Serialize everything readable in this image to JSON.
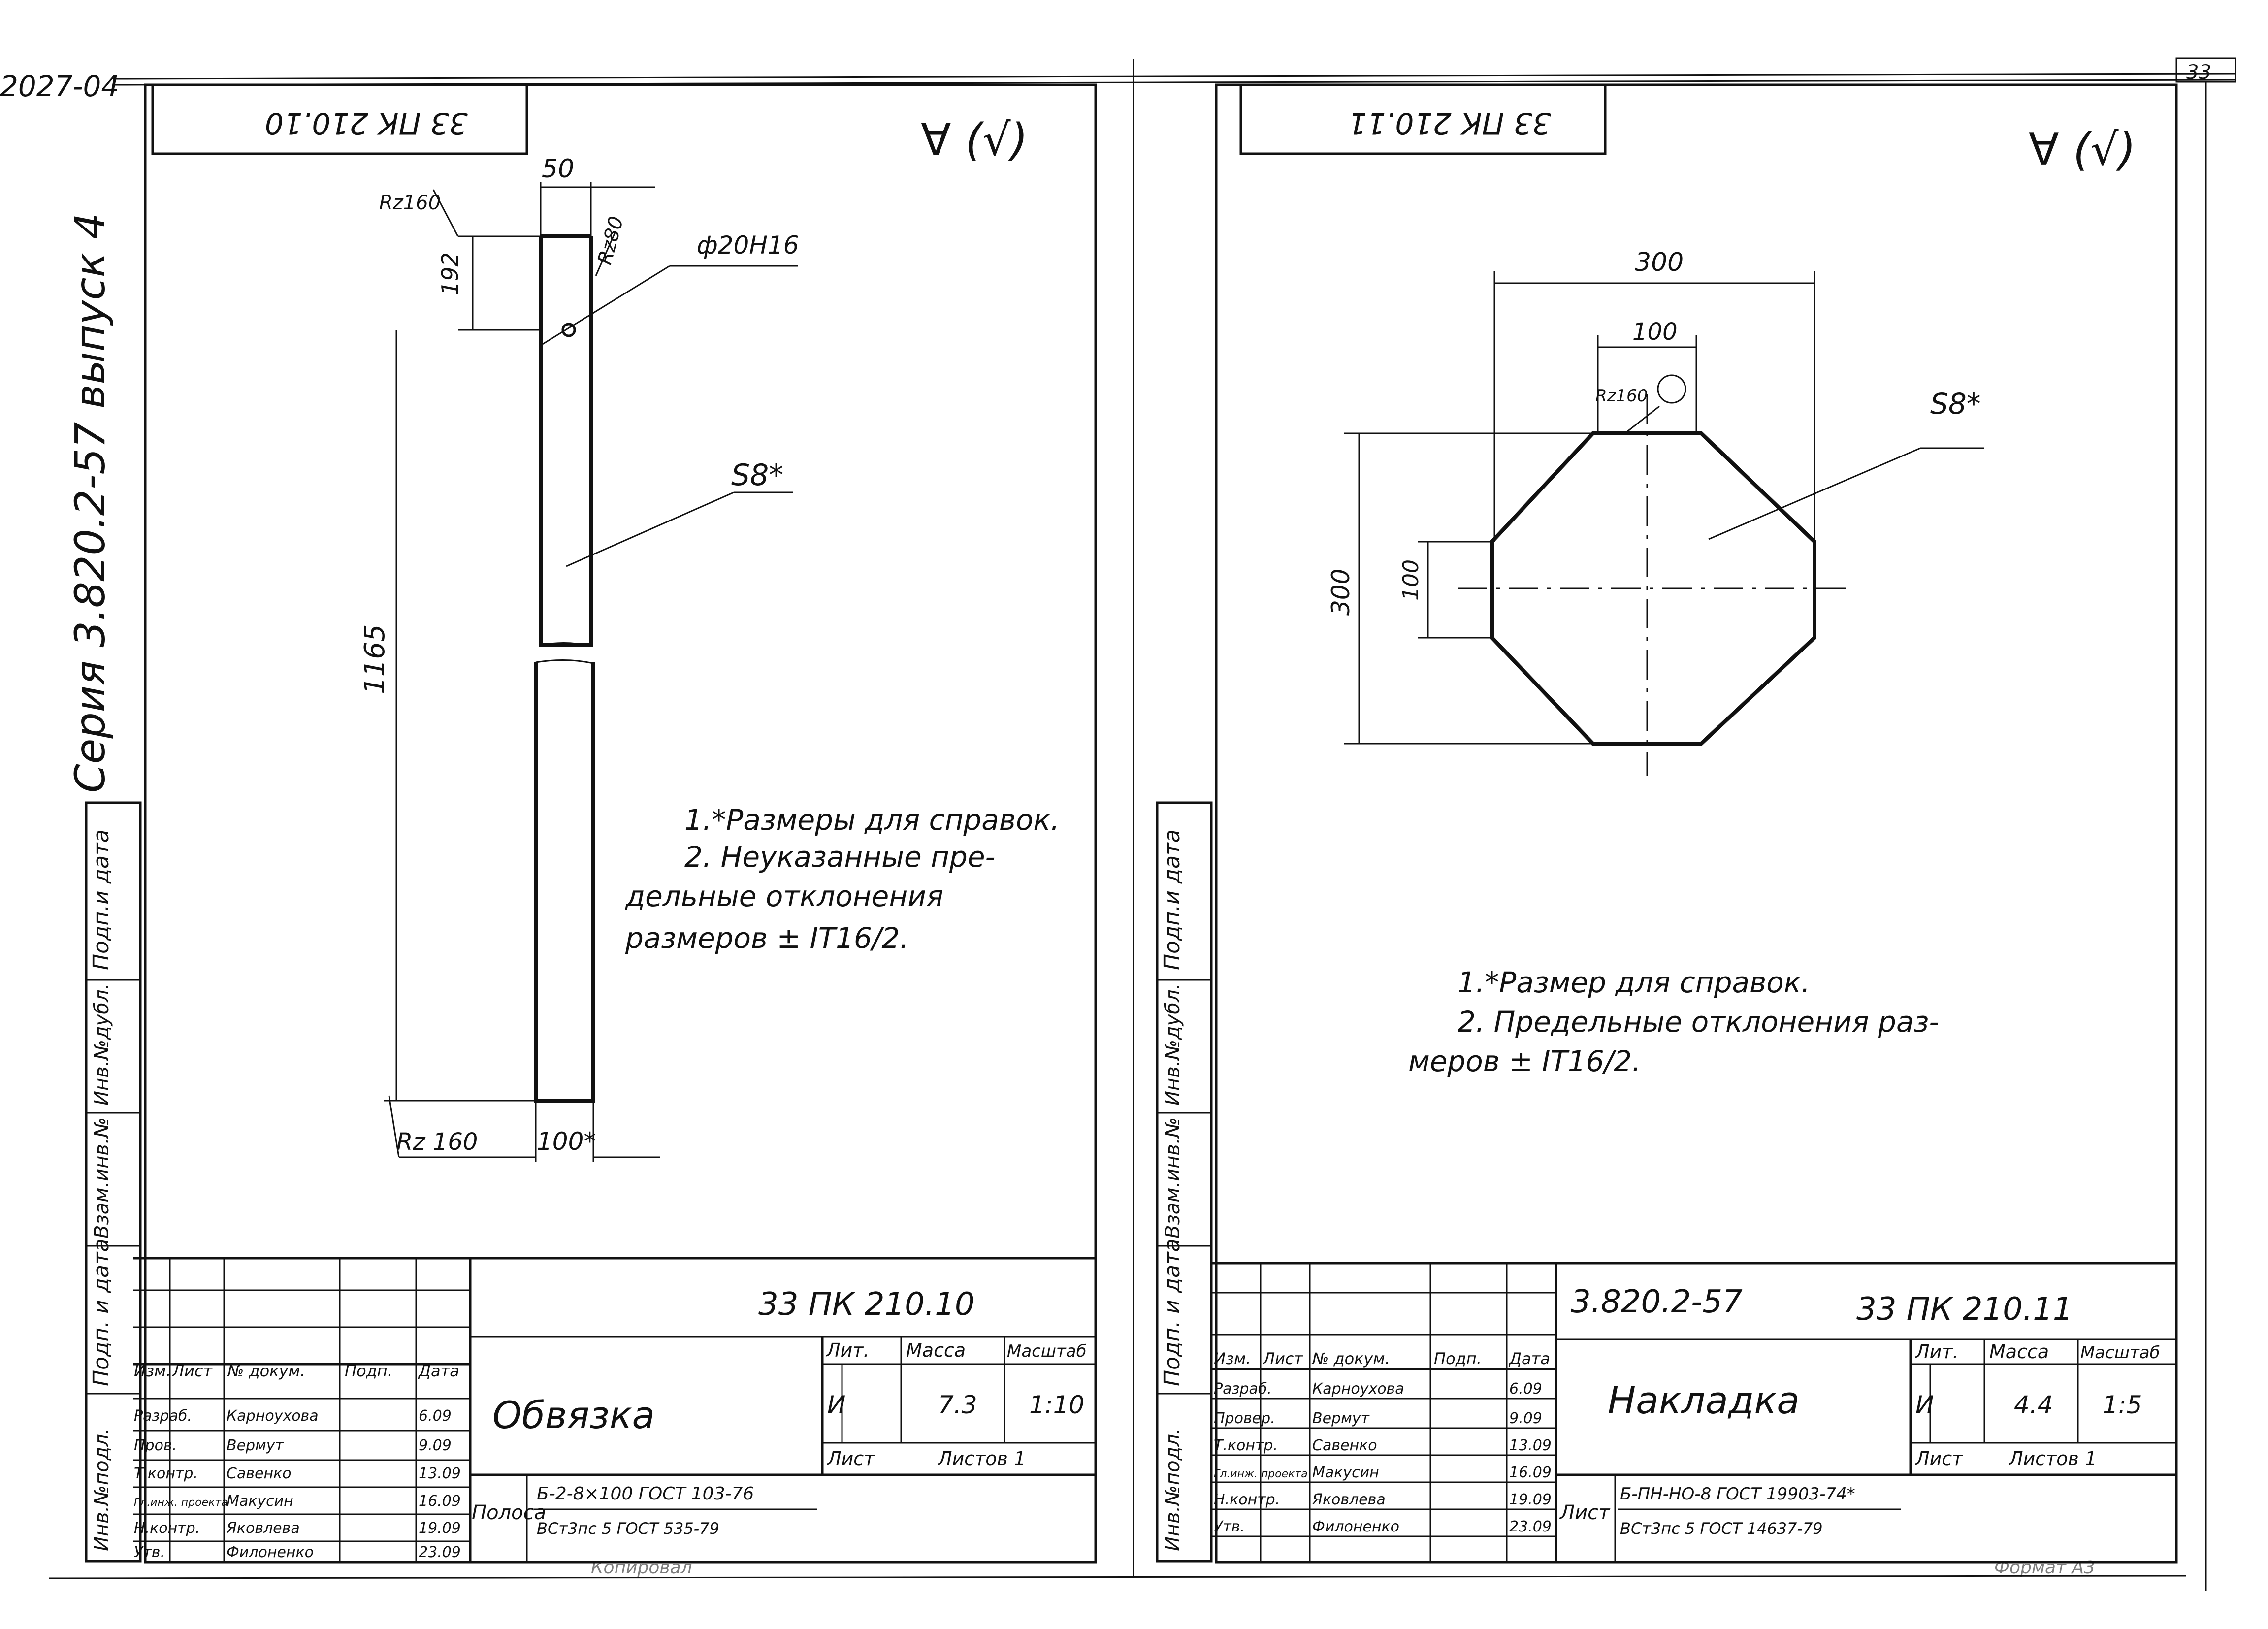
{
  "header": {
    "archive_number": "2027-04",
    "page_number": "33"
  },
  "series_label": "Серия 3.820.2-57 выпуск 4",
  "side_stamp": [
    "Подп.и дата",
    "Инв.№дубл.",
    "Взам.инв.№",
    "Подп. и дата",
    "Инв.№подл."
  ],
  "sheet_left": {
    "top_code": "33 ПК 210.10",
    "roughness": "∀ (√)",
    "dims": {
      "width_top": "50",
      "rz_top": "Rz160",
      "rz_mid": "Rz80",
      "hole": "ф20Н16",
      "hole_pos": "192",
      "length": "1165",
      "thickness": "S8*",
      "rz_bottom": "Rz 160",
      "width": "100*"
    },
    "notes": [
      "1.*Размеры для справок.",
      "2. Неуказанные пре-",
      "дельные отклонения",
      "размеров ± IT16/2."
    ],
    "title_block": {
      "code": "33 ПК 210.10",
      "name": "Обвязка",
      "cols": {
        "izm": "Изм.",
        "list": "Лист",
        "doc": "№ докум.",
        "sign": "Подп.",
        "date": "Дата"
      },
      "lit_label": "Лит.",
      "mass_label": "Масса",
      "scale_label": "Масштаб",
      "lit": "И",
      "mass": "7.3",
      "scale": "1:10",
      "sheet_label": "Лист",
      "sheets_label": "Листов 1",
      "people": [
        {
          "role": "Разраб.",
          "name": "Карноухова",
          "date": "6.09"
        },
        {
          "role": "Пров.",
          "name": "Вермут",
          "date": "9.09"
        },
        {
          "role": "Т.контр.",
          "name": "Савенко",
          "date": "13.09"
        },
        {
          "role": "Гл.инж. проекта",
          "name": "Макусин",
          "date": "16.09"
        },
        {
          "role": "Н.контр.",
          "name": "Яковлева",
          "date": "19.09"
        },
        {
          "role": "Утв.",
          "name": "Филоненко",
          "date": "23.09"
        }
      ],
      "material_prefix": "Полоса",
      "material_top": "Б-2-8×100 ГОСТ 103-76",
      "material_bottom": "ВСт3пс 5 ГОСТ 535-79"
    }
  },
  "sheet_right": {
    "top_code": "33 ПК 210.11",
    "roughness": "∀ (√)",
    "dims": {
      "width": "300",
      "hole_spacing": "100",
      "rz": "Rz160",
      "thickness": "S8*",
      "height": "300",
      "inner": "100"
    },
    "notes": [
      "1.*Размер для справок.",
      "2. Предельные отклонения раз-",
      "меров ± IT16/2."
    ],
    "title_block": {
      "series": "3.820.2-57",
      "code": "33 ПК 210.11",
      "name": "Накладка",
      "cols": {
        "izm": "Изм.",
        "list": "Лист",
        "doc": "№ докум.",
        "sign": "Подп.",
        "date": "Дата"
      },
      "lit_label": "Лит.",
      "mass_label": "Масса",
      "scale_label": "Масштаб",
      "lit": "И",
      "mass": "4.4",
      "scale": "1:5",
      "sheet_label": "Лист",
      "sheets_label": "Листов 1",
      "people": [
        {
          "role": "Разраб.",
          "name": "Карноухова",
          "date": "6.09"
        },
        {
          "role": "Провер.",
          "name": "Вермут",
          "date": "9.09"
        },
        {
          "role": "Т.контр.",
          "name": "Савенко",
          "date": "13.09"
        },
        {
          "role": "Гл.инж. проекта",
          "name": "Макусин",
          "date": "16.09"
        },
        {
          "role": "Н.контр.",
          "name": "Яковлева",
          "date": "19.09"
        },
        {
          "role": "Утв.",
          "name": "Филоненко",
          "date": "23.09"
        }
      ],
      "material_prefix": "Лист",
      "material_top": "Б-ПН-НО-8 ГОСТ 19903-74*",
      "material_bottom": "ВСт3пс 5 ГОСТ 14637-79"
    }
  },
  "footer": {
    "copied": "Копировал",
    "format": "Формат А3"
  }
}
